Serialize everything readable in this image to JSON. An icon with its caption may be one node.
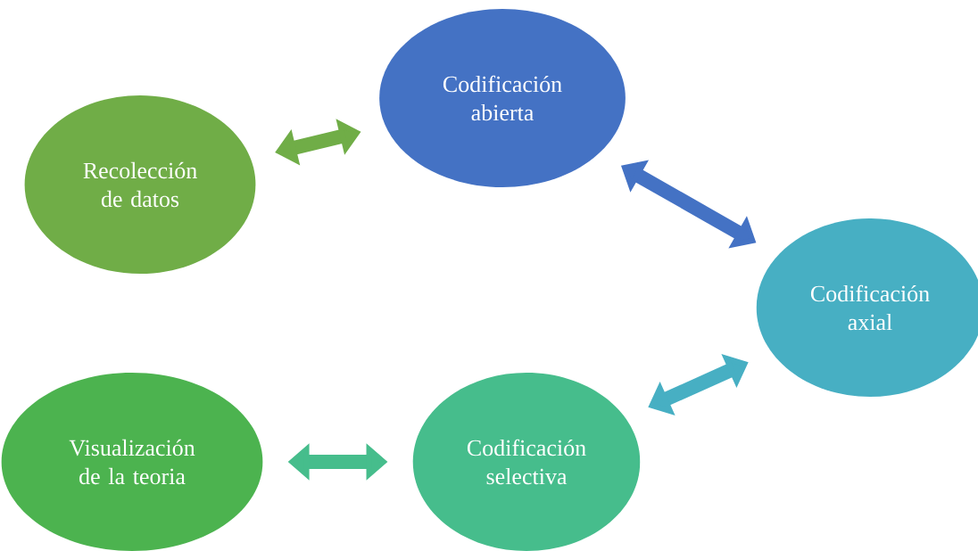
{
  "diagram": {
    "nodes": [
      {
        "text": [
          "Recolección de datos"
        ]
      },
      {
        "text": [
          "Codificación abierta"
        ]
      },
      {
        "text": [
          "Codificación axial"
        ]
      },
      {
        "text": [
          "Codificación selectiva"
        ]
      },
      {
        "text": [
          "Visualización de la teoria"
        ]
      }
    ],
    "edges": [
      {
        "from": 0,
        "to": 1,
        "arrow": "both",
        "color": "#70ad47"
      },
      {
        "from": 1,
        "to": 2,
        "arrow": "both",
        "color": "#4472c4"
      },
      {
        "from": 2,
        "to": 3,
        "arrow": "both",
        "color": "#47afc3"
      },
      {
        "from": 3,
        "to": 4,
        "arrow": "both",
        "color": "#46bd8c"
      }
    ]
  }
}
